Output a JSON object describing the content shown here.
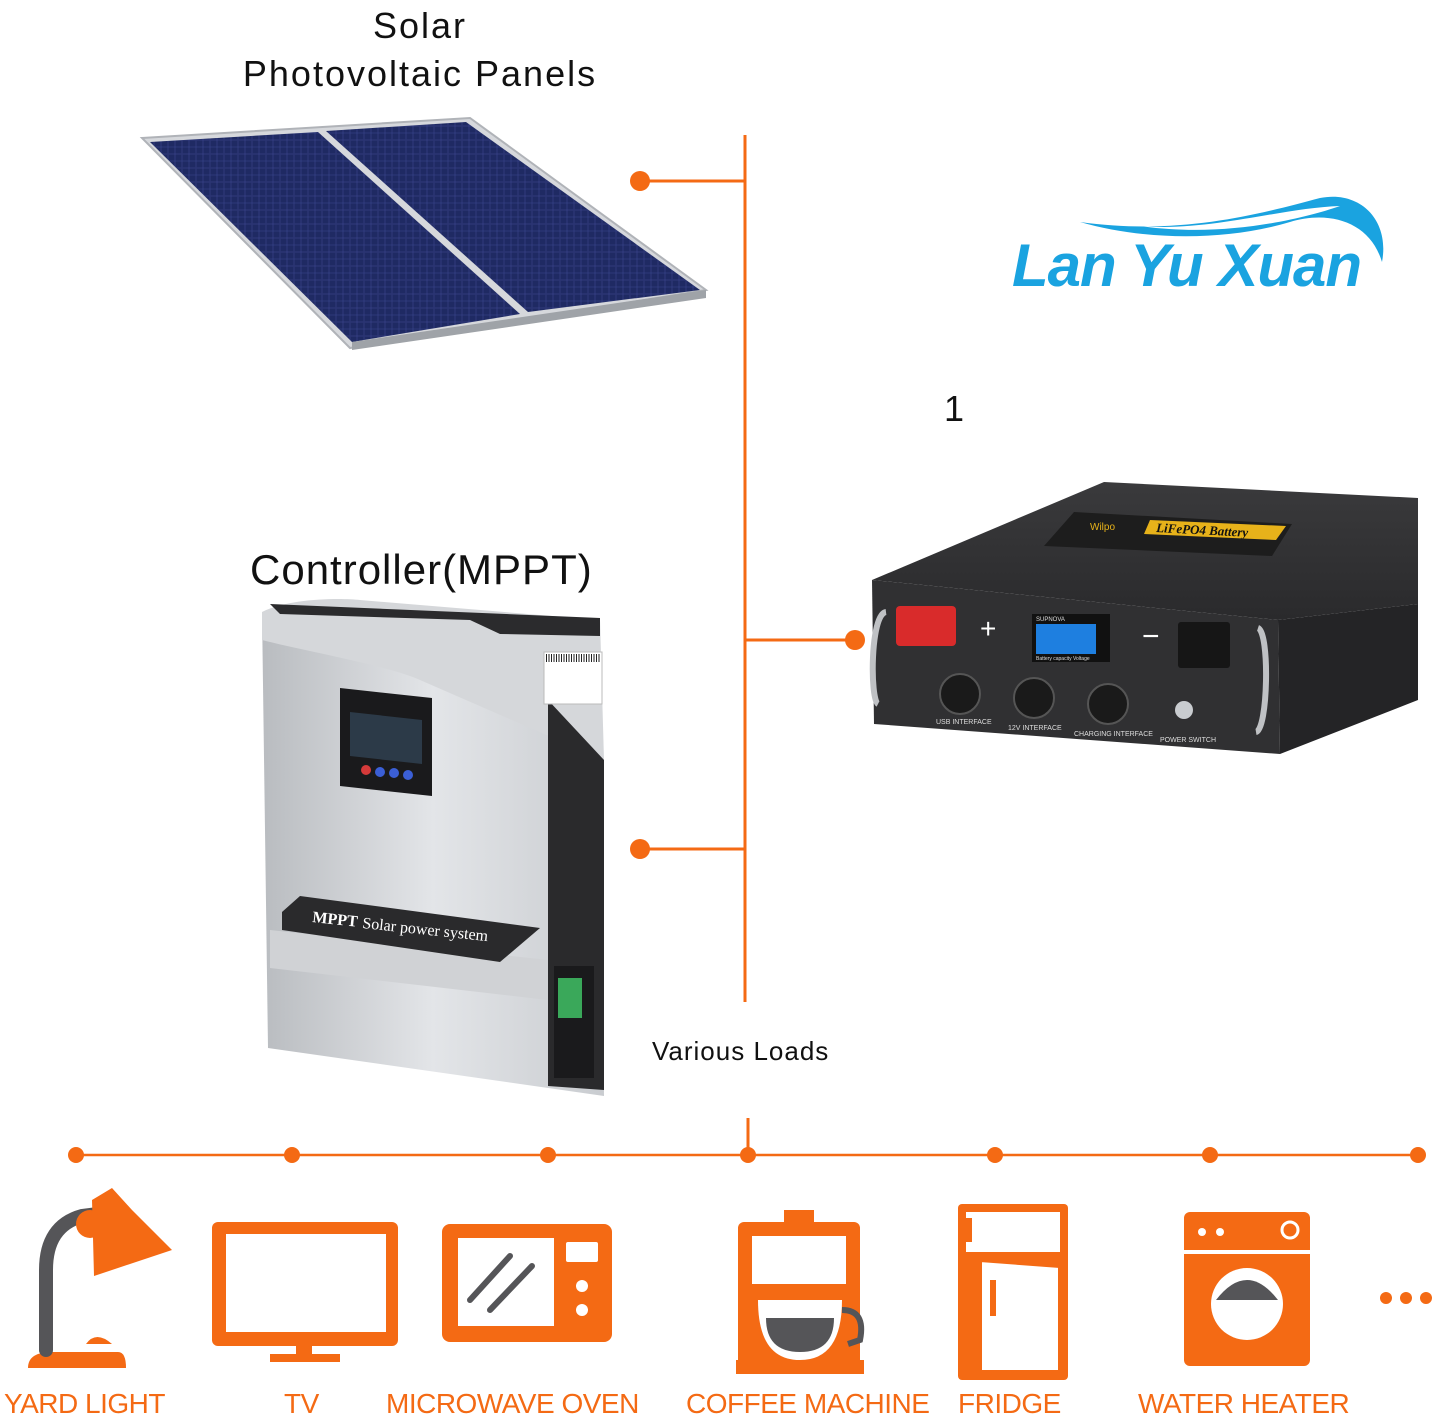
{
  "labels": {
    "solar_line1": "Solar",
    "solar_line2": "Photovoltaic Panels",
    "controller": "Controller(MPPT)",
    "battery_number": "1",
    "various_loads": "Various Loads"
  },
  "brand": {
    "name": "Lan Yu Xuan",
    "color": "#1aa3e0"
  },
  "controller_panel": {
    "mppt": "MPPT",
    "tagline": "Solar power system"
  },
  "battery": {
    "brand": "Wilpo",
    "title": "LiFePO4 Battery",
    "display_brand": "SUPNOVA",
    "display_caption": "Battery capacity Voltage",
    "ports": [
      "USB INTERFACE",
      "12V INTERFACE",
      "CHARGING INTERFACE",
      "POWER SWITCH"
    ],
    "positive_symbol": "+",
    "negative_symbol": "−"
  },
  "loads": [
    {
      "name": "YARD LIGHT",
      "icon": "lamp-icon"
    },
    {
      "name": "TV",
      "icon": "tv-icon"
    },
    {
      "name": "MICROWAVE OVEN",
      "icon": "microwave-icon"
    },
    {
      "name": "COFFEE MACHINE",
      "icon": "coffee-machine-icon"
    },
    {
      "name": "FRIDGE",
      "icon": "fridge-icon"
    },
    {
      "name": "WATER HEATER",
      "icon": "washing-machine-icon"
    }
  ],
  "more_indicator": "...",
  "colors": {
    "accent": "#f46a14",
    "panel_cell": "#26306e",
    "battery_body": "#2e2e30"
  }
}
